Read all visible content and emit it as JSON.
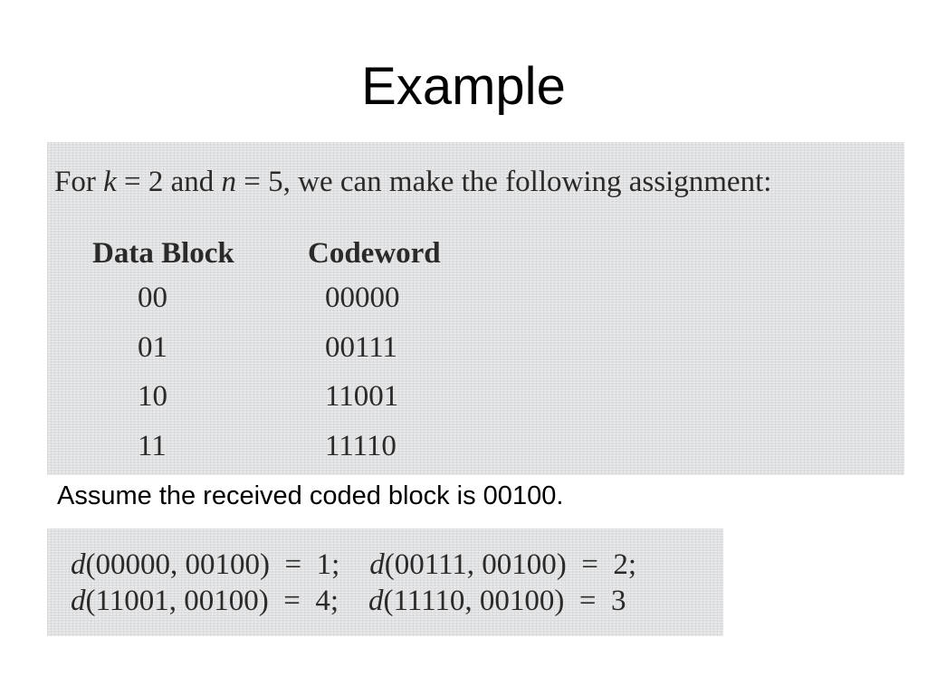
{
  "title": "Example",
  "intro": {
    "prefix": "For ",
    "k_var": "k",
    "k_eq": " = 2 and ",
    "n_var": "n",
    "n_eq": " = 5, we can make the following assignment:"
  },
  "table": {
    "headers": [
      "Data Block",
      "Codeword"
    ],
    "rows": [
      {
        "data": "00",
        "codeword": "00000"
      },
      {
        "data": "01",
        "codeword": "00111"
      },
      {
        "data": "10",
        "codeword": "11001"
      },
      {
        "data": "11",
        "codeword": "11110"
      }
    ]
  },
  "assume_text": "Assume the received coded block is 00100.",
  "distances": {
    "fn": "d",
    "line1a": "(00000, 00100)  =  1;    ",
    "line1b": "(00111, 00100)  =  2;",
    "line2a": "(11001, 00100)  =  4;    ",
    "line2b": "(11110, 00100)  =  3"
  }
}
